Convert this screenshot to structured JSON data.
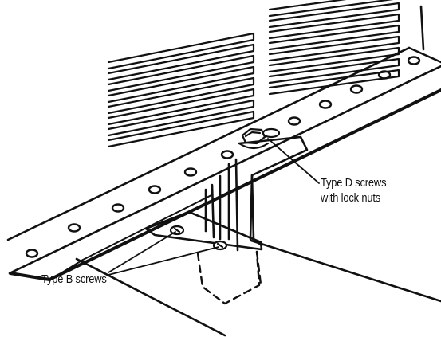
{
  "callouts": {
    "type_d_line1": "Type D screws",
    "type_d_line2": "with lock nuts",
    "type_b": "Type B screws"
  },
  "parts": {
    "rail_hole_icon": "oval-hole-icon",
    "screw_icon": "screw-head-icon",
    "bolt_icon": "hex-bolt-icon"
  },
  "colors": {
    "ink": "#111111",
    "paper": "#ffffff"
  }
}
